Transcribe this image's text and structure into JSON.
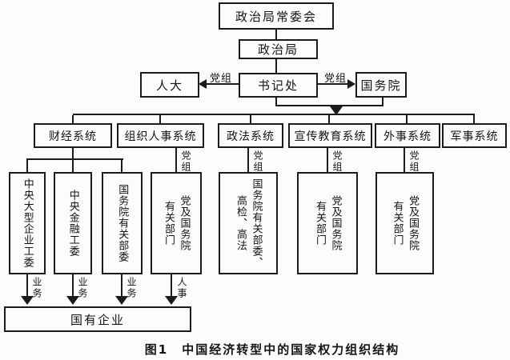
{
  "caption": "图1　中国经济转型中的国家权力组织结构",
  "nodes": {
    "politburo_standing_committee": "政治局常委会",
    "politburo": "政治局",
    "secretariat": "书记处",
    "npc": "人大",
    "state_council": "国务院",
    "state_owned_enterprises": "国有企业"
  },
  "systems": [
    {
      "label": "财经系统"
    },
    {
      "label": "组织人事系统"
    },
    {
      "label": "政法系统"
    },
    {
      "label": "宣传教育系统"
    },
    {
      "label": "外事系统"
    },
    {
      "label": "军事系统"
    }
  ],
  "children": [
    {
      "label": "中央大型企业工委"
    },
    {
      "label": "中央金融工委"
    },
    {
      "label": "国务院有关部委"
    },
    {
      "label": "党及国务院\n有关部门"
    },
    {
      "label": "国务院有关部委、\n高检、高法"
    },
    {
      "label": "党及国务院\n有关部门"
    },
    {
      "label": "党及国务院\n有关部门"
    }
  ],
  "edge_labels": {
    "party_group": "党组",
    "business": "业务",
    "personnel": "人事"
  },
  "colors": {
    "line": "#1b1b1b",
    "bg": "#fcfcfa",
    "text": "#141414"
  }
}
